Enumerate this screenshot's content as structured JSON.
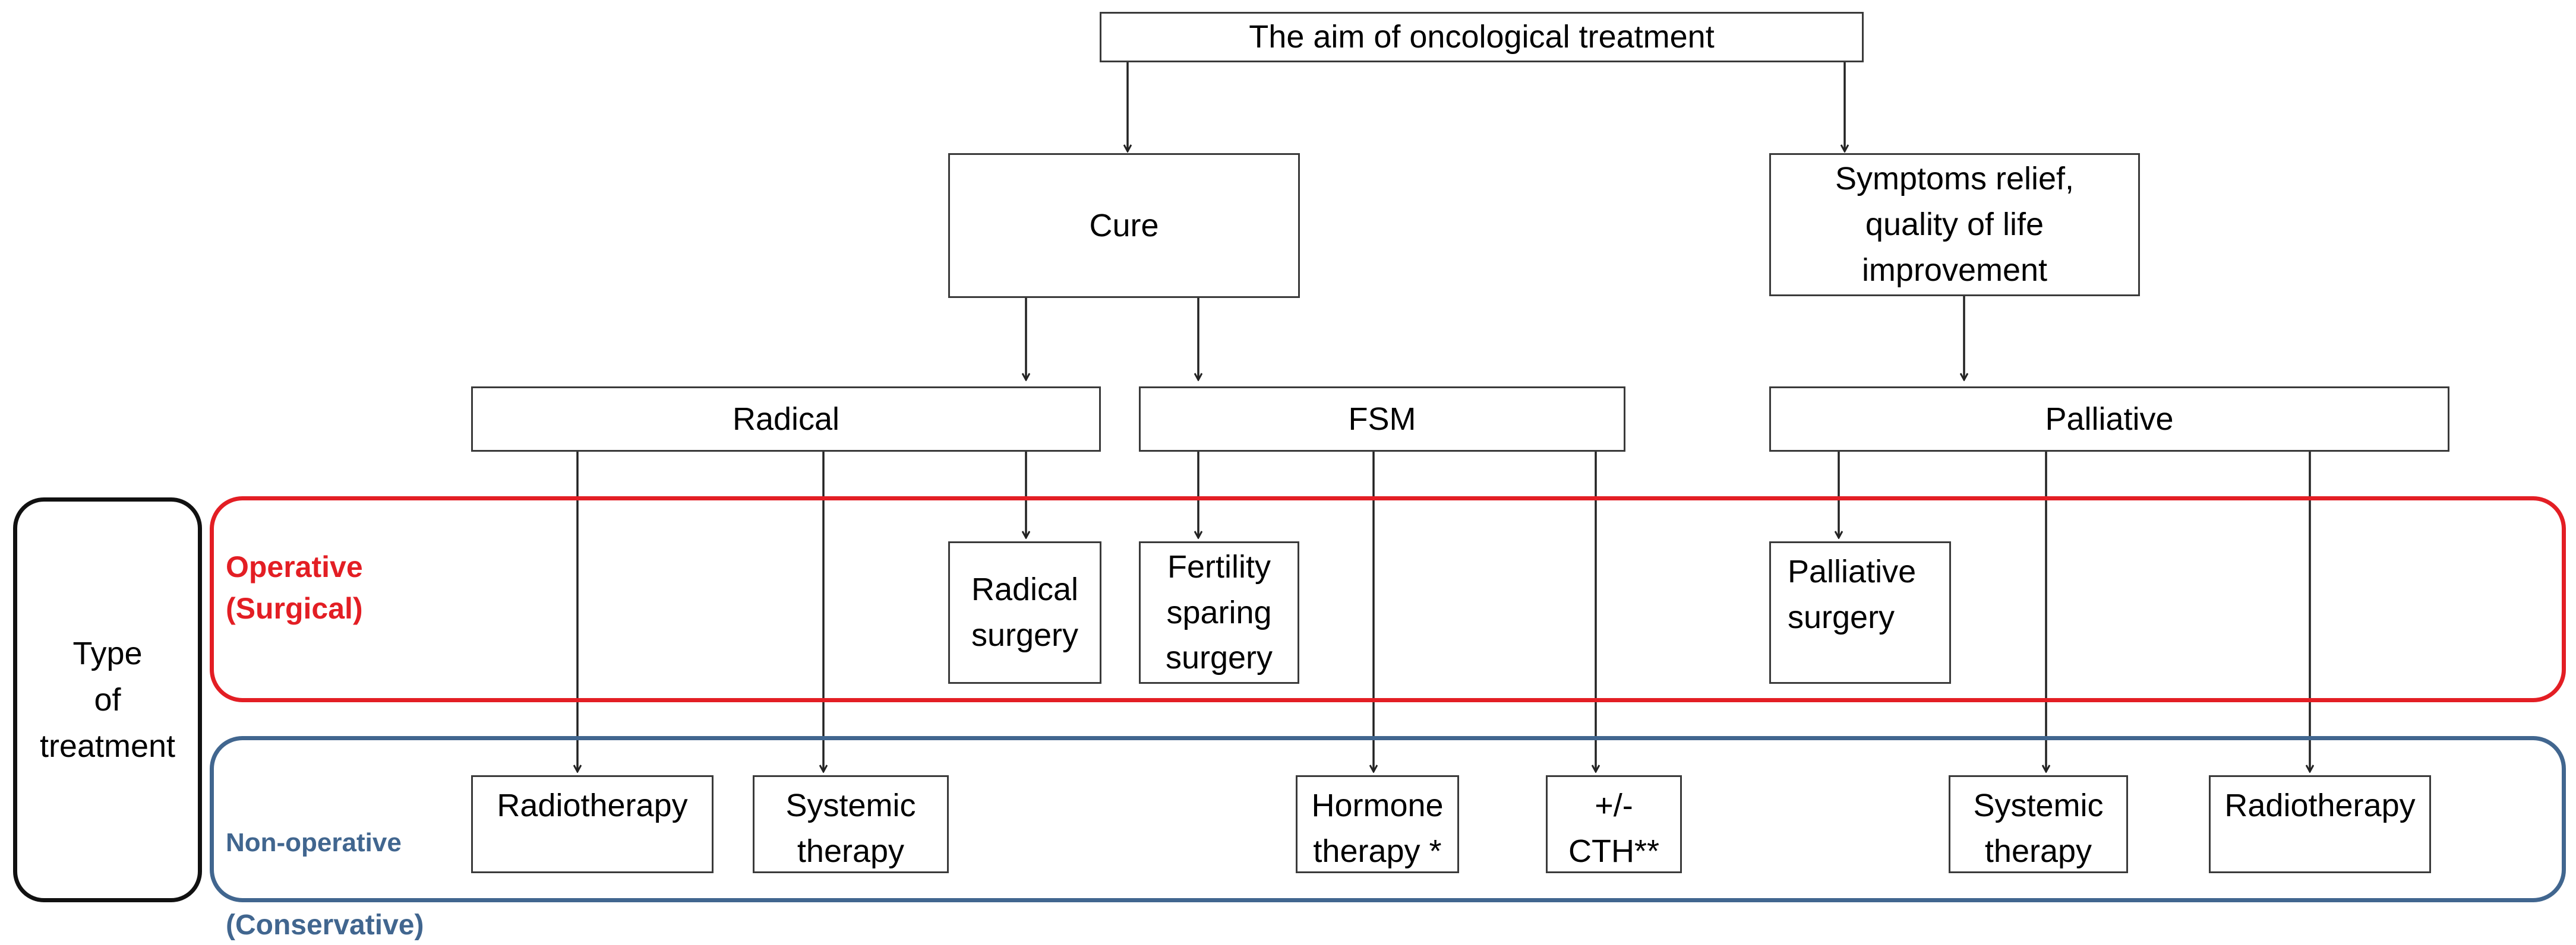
{
  "colors": {
    "operative": "#e31e24",
    "non_operative": "#41668f",
    "type_frame": "#111111",
    "box_border": "#3a3a3a",
    "arrow": "#222222"
  },
  "nodes": {
    "aim": "The aim of oncological treatment",
    "cure": "Cure",
    "symptoms": "Symptoms relief,\nquality of life\nimprovement",
    "radical": "Radical",
    "fsm": "FSM",
    "palliative": "Palliative",
    "radical_surgery": "Radical\nsurgery",
    "fertility_surgery": "Fertility\nsparing\nsurgery",
    "palliative_surgery": "Palliative\nsurgery",
    "radiotherapy_1": "Radiotherapy",
    "systemic_1": "Systemic\ntherapy",
    "hormone": "Hormone\ntherapy *",
    "cth": "+/-\nCTH**",
    "systemic_2": "Systemic\ntherapy",
    "radiotherapy_2": "Radiotherapy"
  },
  "groups": {
    "type_of_treatment": "Type\nof\ntreatment",
    "operative": "Operative\n(Surgical)",
    "non_operative_line1": "Non-operative",
    "non_operative_line2": "(Conservative)"
  },
  "edges": [
    [
      "aim",
      "cure"
    ],
    [
      "aim",
      "symptoms"
    ],
    [
      "cure",
      "radical"
    ],
    [
      "cure",
      "fsm"
    ],
    [
      "symptoms",
      "palliative"
    ],
    [
      "radical",
      "radiotherapy_1"
    ],
    [
      "radical",
      "systemic_1"
    ],
    [
      "radical",
      "radical_surgery"
    ],
    [
      "fsm",
      "fertility_surgery"
    ],
    [
      "fsm",
      "hormone"
    ],
    [
      "fsm",
      "cth"
    ],
    [
      "palliative",
      "palliative_surgery"
    ],
    [
      "palliative",
      "systemic_2"
    ],
    [
      "palliative",
      "radiotherapy_2"
    ]
  ]
}
